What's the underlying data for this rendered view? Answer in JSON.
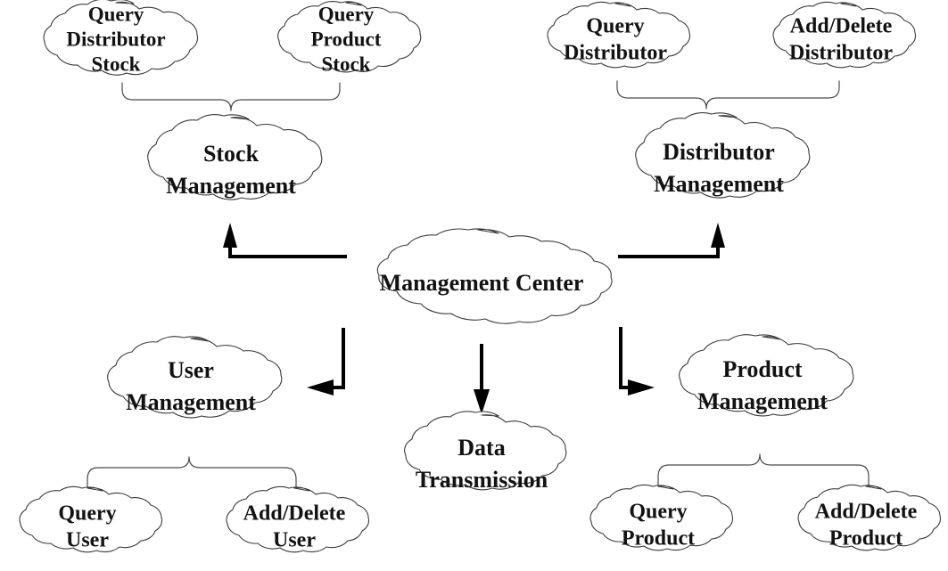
{
  "diagram": {
    "title": "Management Center System Architecture",
    "type": "cloud-hierarchy-diagram",
    "background_color": "#ffffff",
    "outline_color": "#3a3a3a",
    "text_color": "#121212",
    "arrow_color": "#000000",
    "nodes": {
      "management_center": {
        "label": "Management Center",
        "lines": [
          "Management Center"
        ]
      },
      "stock_management": {
        "label": "Stock Management",
        "lines": [
          "Stock",
          "Management"
        ]
      },
      "distributor_management": {
        "label": "Distributor Management",
        "lines": [
          "Distributor",
          "Management"
        ]
      },
      "user_management": {
        "label": "User Management",
        "lines": [
          "User",
          "Management"
        ]
      },
      "product_management": {
        "label": "Product Management",
        "lines": [
          "Product",
          "Management"
        ]
      },
      "data_transmission": {
        "label": "Data Transmission",
        "lines": [
          "Data",
          "Transmission"
        ]
      },
      "query_distributor_stock": {
        "label": "Query Distributor Stock",
        "lines": [
          "Query",
          "Distributor",
          "Stock"
        ]
      },
      "query_product_stock": {
        "label": "Query Product Stock",
        "lines": [
          "Query",
          "Product",
          "Stock"
        ]
      },
      "query_distributor": {
        "label": "Query Distributor",
        "lines": [
          "Query",
          "Distributor"
        ]
      },
      "add_delete_distributor": {
        "label": "Add/Delete Distributor",
        "lines": [
          "Add/Delete",
          "Distributor"
        ]
      },
      "query_user": {
        "label": "Query User",
        "lines": [
          "Query",
          "User"
        ]
      },
      "add_delete_user": {
        "label": "Add/Delete User",
        "lines": [
          "Add/Delete",
          "User"
        ]
      },
      "query_product": {
        "label": "Query Product",
        "lines": [
          "Query",
          "Product"
        ]
      },
      "add_delete_product": {
        "label": "Add/Delete Product",
        "lines": [
          "Add/Delete",
          "Product"
        ]
      }
    },
    "connections": [
      {
        "from": "management_center",
        "to": "stock_management",
        "style": "elbow-arrow",
        "direction": "up-left"
      },
      {
        "from": "management_center",
        "to": "distributor_management",
        "style": "elbow-arrow",
        "direction": "up-right"
      },
      {
        "from": "management_center",
        "to": "user_management",
        "style": "elbow-arrow",
        "direction": "down-left"
      },
      {
        "from": "management_center",
        "to": "product_management",
        "style": "elbow-arrow",
        "direction": "down-right"
      },
      {
        "from": "management_center",
        "to": "data_transmission",
        "style": "straight-arrow",
        "direction": "down"
      },
      {
        "from": "stock_management",
        "to": "query_distributor_stock",
        "style": "brace"
      },
      {
        "from": "stock_management",
        "to": "query_product_stock",
        "style": "brace"
      },
      {
        "from": "distributor_management",
        "to": "query_distributor",
        "style": "brace"
      },
      {
        "from": "distributor_management",
        "to": "add_delete_distributor",
        "style": "brace"
      },
      {
        "from": "user_management",
        "to": "query_user",
        "style": "brace"
      },
      {
        "from": "user_management",
        "to": "add_delete_user",
        "style": "brace"
      },
      {
        "from": "product_management",
        "to": "query_product",
        "style": "brace"
      },
      {
        "from": "product_management",
        "to": "add_delete_product",
        "style": "brace"
      }
    ]
  }
}
